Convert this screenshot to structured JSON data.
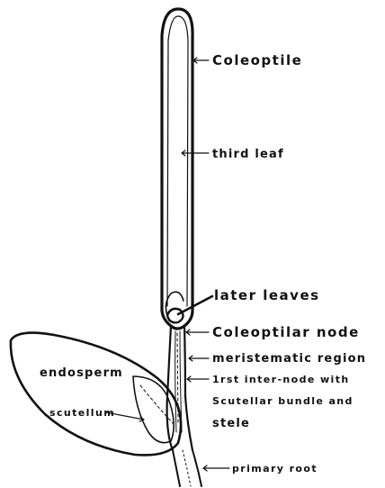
{
  "labels": {
    "coleoptile": "Coleoptile",
    "third_leaf": "third leaf",
    "later_leaves": "later leaves",
    "coleoptilar_node": "Coleoptilar node",
    "meristematic_region": "meristematic region",
    "internode_line1": "1rst inter-node with",
    "internode_line2": "Scutellar bundle and",
    "internode_line3": "stele",
    "endosperm": "endosperm",
    "scutellum": "scutellum",
    "primary_root": "primary root"
  }
}
